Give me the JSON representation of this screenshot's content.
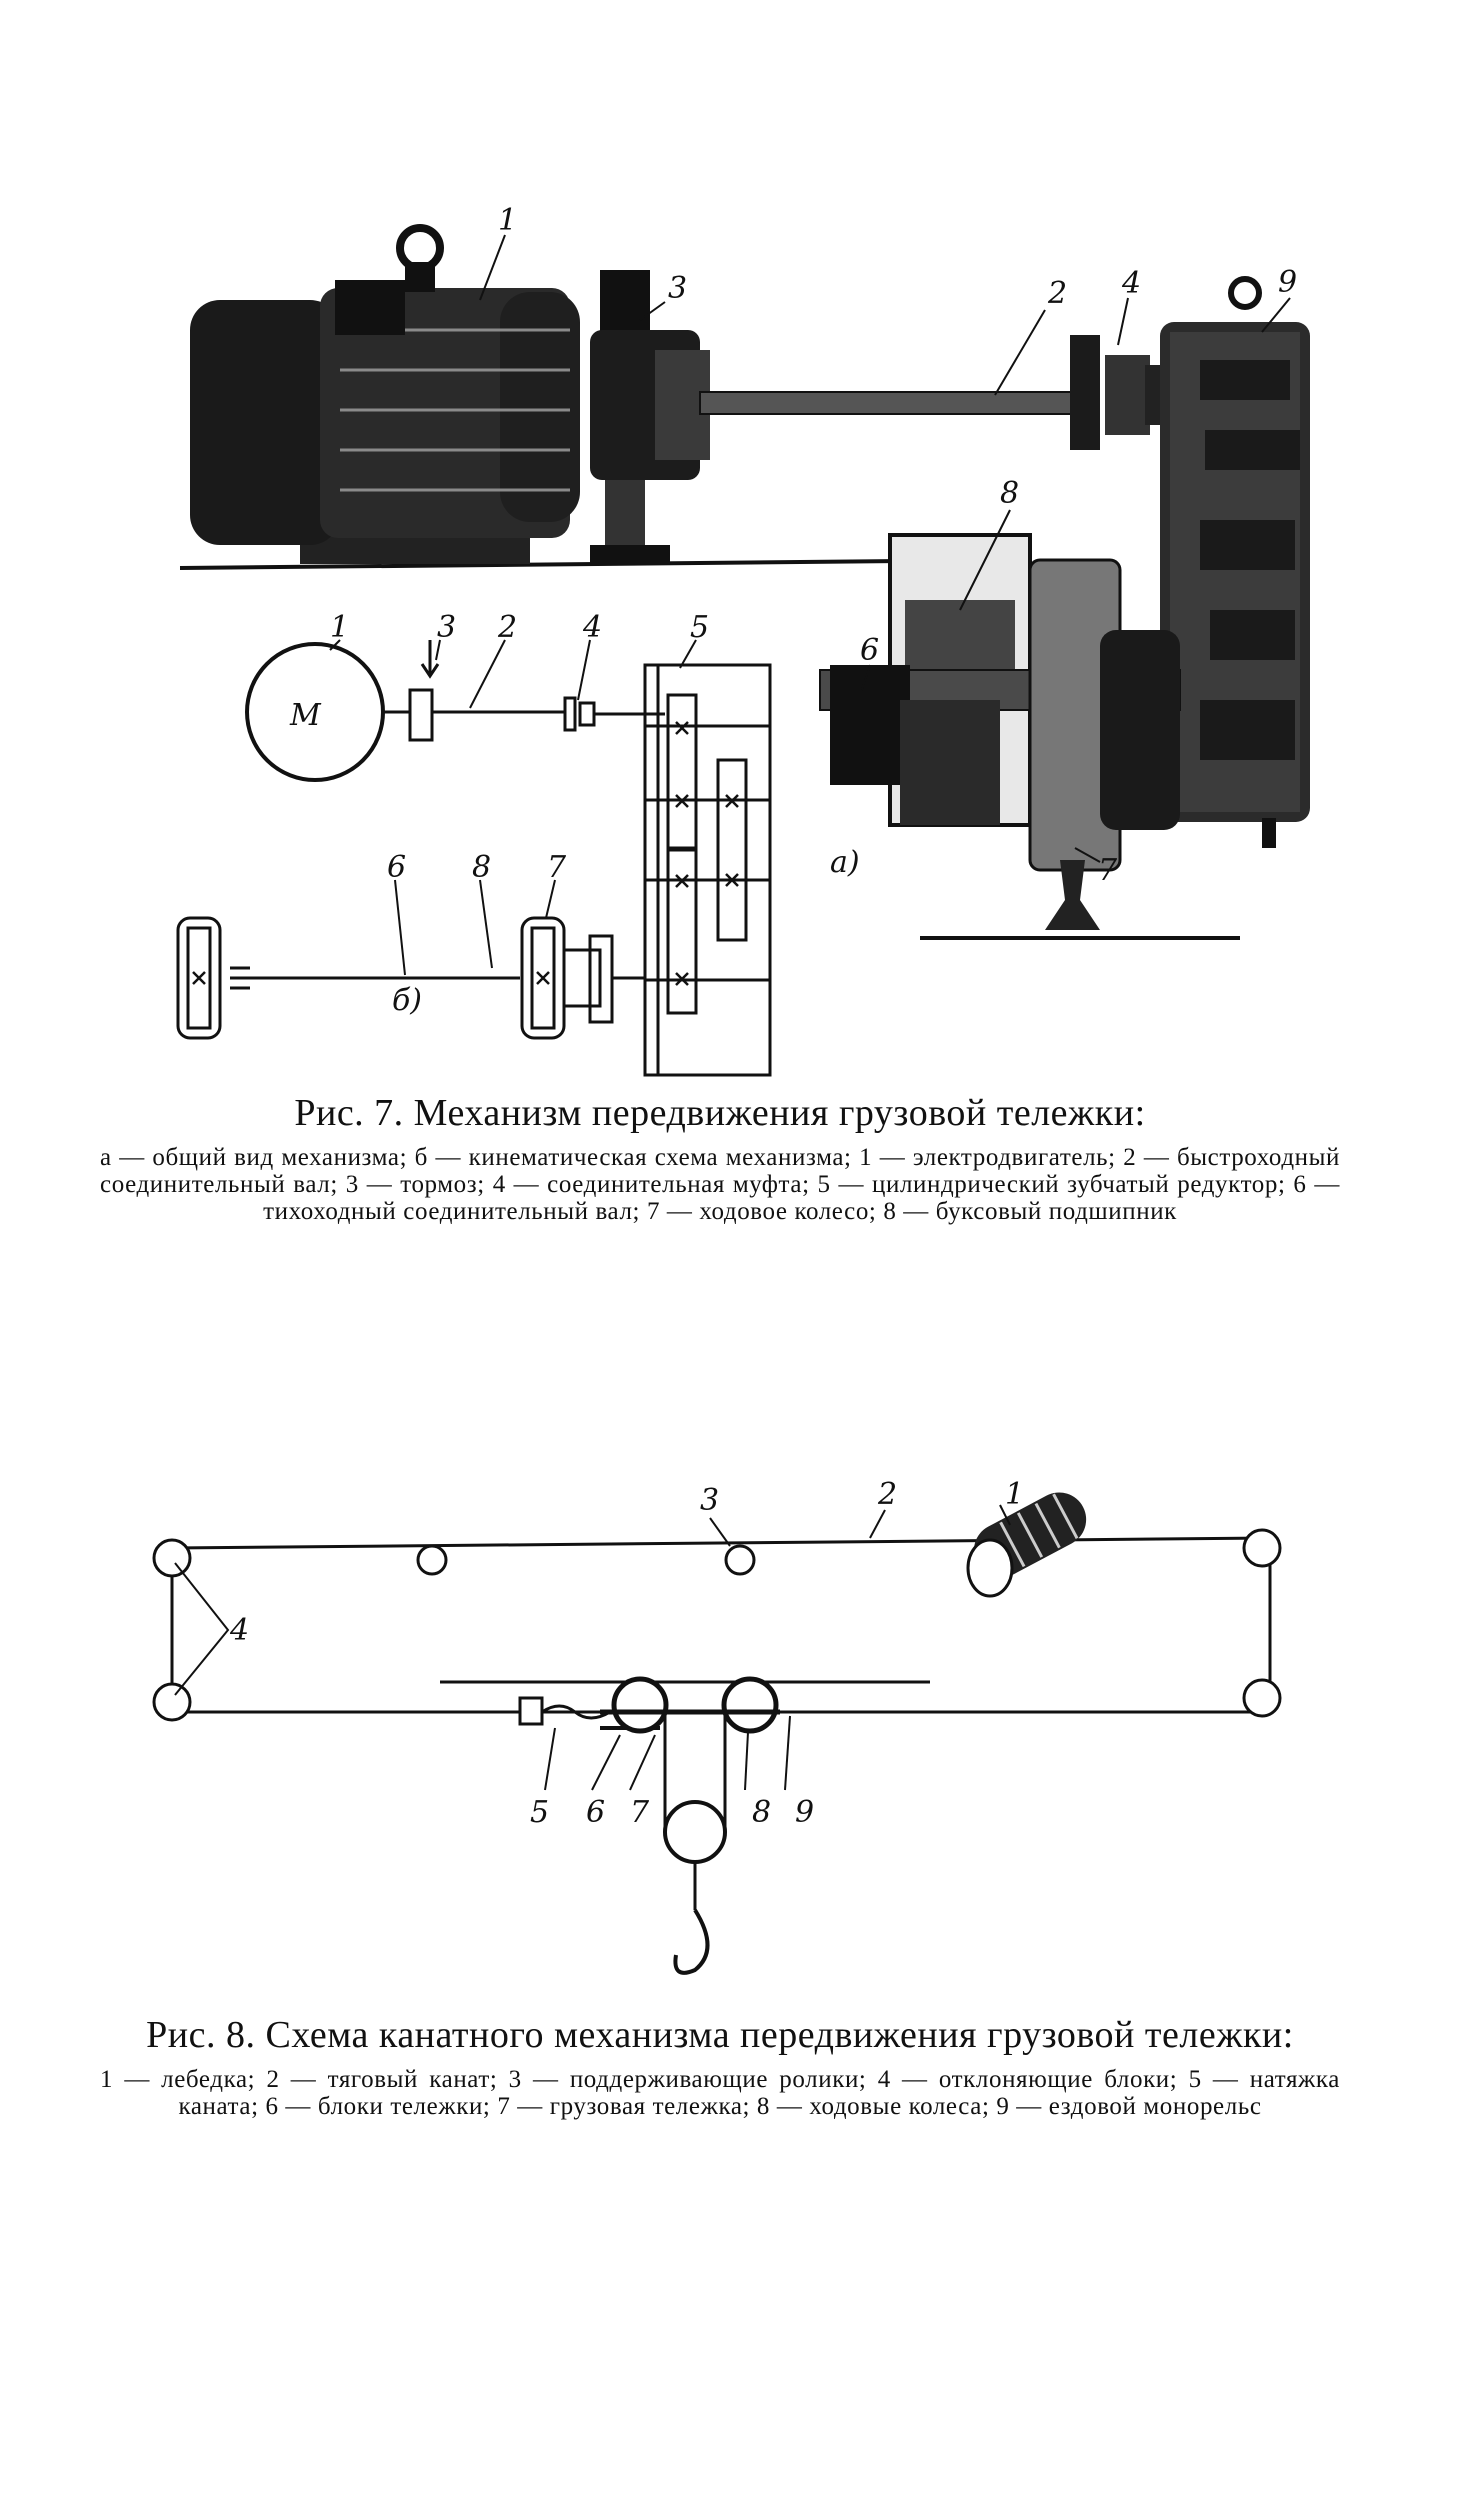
{
  "figure7": {
    "part_labels": [
      "1",
      "2",
      "3",
      "4",
      "5",
      "6",
      "7",
      "8",
      "9"
    ],
    "view_labels": {
      "a": "а)",
      "b": "б)"
    },
    "motor_symbol": "М",
    "title": "Рис. 7. Механизм передвижения грузовой тележки:",
    "legend": "а — общий вид механизма; б — кинематическая схема механизма; 1 — электродвигатель; 2 — быстроходный соединительный вал; 3 — тормоз; 4 — соединительная муфта; 5 — цилиндрический зубчатый редуктор; 6 — тихоходный соединительный вал; 7 — ходовое колесо; 8 — буксовый подшипник"
  },
  "figure8": {
    "part_labels": [
      "1",
      "2",
      "3",
      "4",
      "5",
      "6",
      "7",
      "8",
      "9"
    ],
    "title": "Рис. 8. Схема канатного механизма передвижения грузовой тележки:",
    "legend": "1 — лебедка; 2 — тяговый канат; 3 — поддерживающие ролики; 4 — отклоняющие блоки; 5 — натяжка каната; 6 — блоки тележки; 7 — грузовая тележка; 8 — ходовые колеса; 9 — ездовой монорельс"
  }
}
